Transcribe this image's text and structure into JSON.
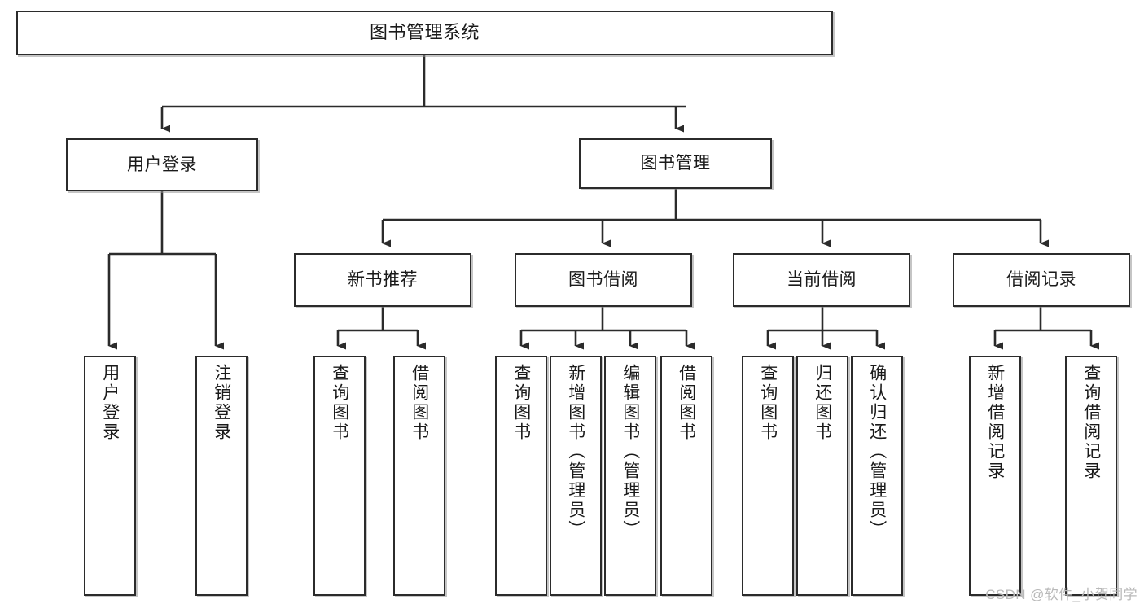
{
  "diagram": {
    "title": "图书管理系统",
    "type": "hierarchy-tree",
    "watermark": "CSDN @软件_小贺同学",
    "colors": {
      "box_border": "#2b2b2b",
      "box_fill": "#ffffff",
      "connector": "#2b2b2b",
      "text": "#1a1a1a",
      "watermark": "#b9b9b9"
    },
    "levels": [
      {
        "level": 1,
        "nodes": [
          {
            "id": "root",
            "label": "图书管理系统",
            "orientation": "horizontal"
          }
        ]
      },
      {
        "level": 2,
        "nodes": [
          {
            "id": "login",
            "label": "用户登录",
            "orientation": "horizontal",
            "parent": "root"
          },
          {
            "id": "bookmgmt",
            "label": "图书管理",
            "orientation": "horizontal",
            "parent": "root"
          }
        ]
      },
      {
        "level": 3,
        "nodes": [
          {
            "id": "newbook",
            "label": "新书推荐",
            "orientation": "horizontal",
            "parent": "bookmgmt"
          },
          {
            "id": "borrow",
            "label": "图书借阅",
            "orientation": "horizontal",
            "parent": "bookmgmt"
          },
          {
            "id": "current",
            "label": "当前借阅",
            "orientation": "horizontal",
            "parent": "bookmgmt"
          },
          {
            "id": "records",
            "label": "借阅记录",
            "orientation": "horizontal",
            "parent": "bookmgmt"
          }
        ]
      },
      {
        "level": 4,
        "nodes": [
          {
            "id": "leaf1",
            "label": "用户登录",
            "orientation": "vertical",
            "parent": "login"
          },
          {
            "id": "leaf2",
            "label": "注销登录",
            "orientation": "vertical",
            "parent": "login"
          },
          {
            "id": "leaf3",
            "label": "查询图书",
            "orientation": "vertical",
            "parent": "newbook"
          },
          {
            "id": "leaf4",
            "label": "借阅图书",
            "orientation": "vertical",
            "parent": "newbook"
          },
          {
            "id": "leaf5",
            "label": "查询图书",
            "orientation": "vertical",
            "parent": "borrow"
          },
          {
            "id": "leaf6",
            "label": "新增图书（管理员）",
            "orientation": "vertical",
            "parent": "borrow"
          },
          {
            "id": "leaf7",
            "label": "编辑图书（管理员）",
            "orientation": "vertical",
            "parent": "borrow"
          },
          {
            "id": "leaf8",
            "label": "借阅图书",
            "orientation": "vertical",
            "parent": "borrow"
          },
          {
            "id": "leaf9",
            "label": "查询图书",
            "orientation": "vertical",
            "parent": "current"
          },
          {
            "id": "leaf10",
            "label": "归还图书",
            "orientation": "vertical",
            "parent": "current"
          },
          {
            "id": "leaf11",
            "label": "确认归还（管理员）",
            "orientation": "vertical",
            "parent": "current"
          },
          {
            "id": "leaf12",
            "label": "新增借阅记录",
            "orientation": "vertical",
            "parent": "records"
          },
          {
            "id": "leaf13",
            "label": "查询借阅记录",
            "orientation": "vertical",
            "parent": "records"
          }
        ]
      }
    ]
  }
}
